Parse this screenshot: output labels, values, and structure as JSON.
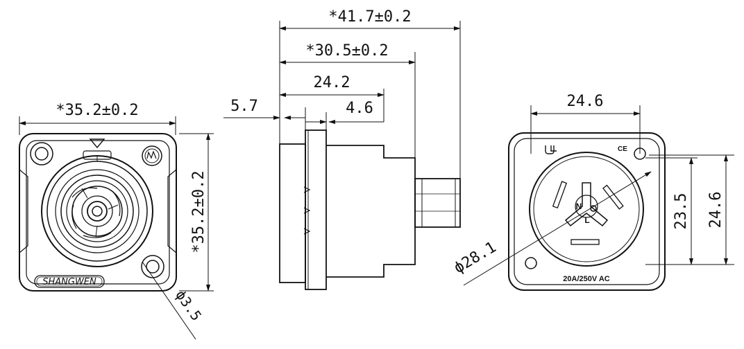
{
  "front_view": {
    "width_dim": "*35.2±0.2",
    "height_dim": "*35.2±0.2",
    "hole_dim": "ϕ3.5",
    "brand": "SHANGWEN"
  },
  "side_view": {
    "overall_dim": "*41.7±0.2",
    "body_dim": "*30.5±0.2",
    "rear_dim": "24.2",
    "flange_dim": "5.7",
    "panel_dim": "4.6"
  },
  "rear_view": {
    "width_dim": "24.6",
    "hole_spacing_dim": "23.5",
    "height_dim": "24.6",
    "diameter_dim": "ϕ28.1",
    "rating": "20A/250V AC",
    "pin_n": "N",
    "pin_l": "L",
    "ce_mark": "CE"
  }
}
